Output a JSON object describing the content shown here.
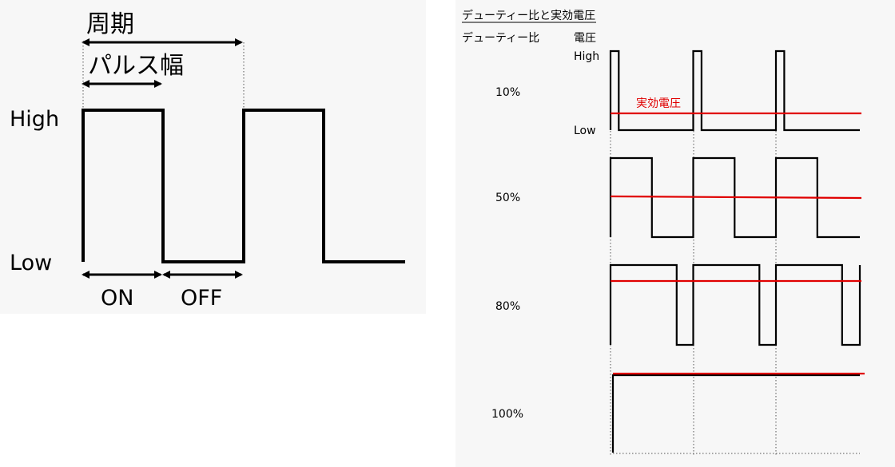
{
  "pulse_diagram": {
    "period_label": "周期",
    "pulse_width_label": "パルス幅",
    "high_label": "High",
    "low_label": "Low",
    "on_label": "ON",
    "off_label": "OFF"
  },
  "duty_diagram": {
    "title": "デューティー比と実効電圧",
    "duty_header": "デューティー比",
    "voltage_header": "電圧",
    "high_label": "High",
    "low_label": "Low",
    "effective_label": "実効電圧",
    "rows": [
      {
        "duty_label": "10%",
        "duty": 0.1
      },
      {
        "duty_label": "50%",
        "duty": 0.5
      },
      {
        "duty_label": "80%",
        "duty": 0.8
      },
      {
        "duty_label": "100%",
        "duty": 1.0
      }
    ],
    "colors": {
      "effective_voltage": "#e00000",
      "waveform": "#000000"
    }
  }
}
